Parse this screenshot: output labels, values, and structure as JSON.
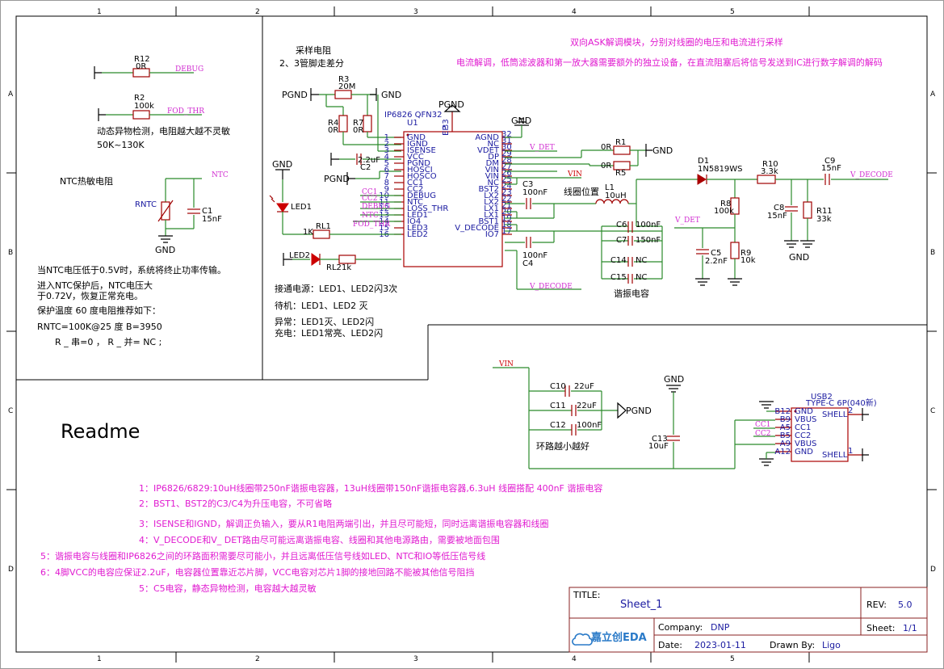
{
  "frame": {
    "cols": [
      "1",
      "2",
      "3",
      "4",
      "5"
    ],
    "rows": [
      "A",
      "B",
      "C",
      "D"
    ]
  },
  "title_block": {
    "title_label": "TITLE:",
    "title": "Sheet_1",
    "rev_label": "REV:",
    "rev": "5.0",
    "company_label": "Company:",
    "company": "DNP",
    "sheet_label": "Sheet:",
    "sheet": "1/1",
    "date_label": "Date:",
    "date": "2023-01-11",
    "drawn_label": "Drawn By:",
    "drawn_by": "Ligo",
    "logo_text": "嘉立创EDA"
  },
  "notes_top": {
    "line1": "双向ASK解调模块，分别对线圈的电压和电流进行采样",
    "line2": "电流解调，低筒滤波器和第一放大器需要额外的独立设备，在直流阻塞后将信号发送到IC进行数字解调的解码"
  },
  "sampling": {
    "title": "采样电阻",
    "sub": "2、3管脚走差分"
  },
  "fod": {
    "text1": "动态异物检测，电阻越大越不灵敏",
    "text2": "50K~130K"
  },
  "ntc": {
    "title": "NTC热敏电阻",
    "t1": "当NTC电压低于0.5V时，系统将终止功率传输。",
    "t2": "进入NTC保护后，NTC电压大",
    "t3": "于0.72V，恢复正常充电。",
    "t4": "保护温度 60 度电阻推荐如下：",
    "t5": "RNTC=100K@25 度 B=3950",
    "t6": "R _ 串=0 ， R _ 并= NC ;"
  },
  "led_status": {
    "s1": "接通电源：LED1、LED2闪3次",
    "s2": "待机：LED1、LED2 灭",
    "s3": "异常：LED1灭、LED2闪",
    "s4": "充电：LED1常亮、LED2闪"
  },
  "ic": {
    "part": "IP6826 QFN32",
    "ref": "U1",
    "left_pins": [
      {
        "n": "1",
        "name": "GND"
      },
      {
        "n": "2",
        "name": "IGND"
      },
      {
        "n": "3",
        "name": "ISENSE"
      },
      {
        "n": "4",
        "name": "VCC"
      },
      {
        "n": "5",
        "name": "PGND"
      },
      {
        "n": "6",
        "name": "HOSCI"
      },
      {
        "n": "7",
        "name": "HOSCO"
      },
      {
        "n": "8",
        "name": "CC1"
      },
      {
        "n": "9",
        "name": "CC2"
      },
      {
        "n": "10",
        "name": "DEBUG"
      },
      {
        "n": "11",
        "name": "NTC"
      },
      {
        "n": "12",
        "name": "LOSS_THR"
      },
      {
        "n": "13",
        "name": "LED1"
      },
      {
        "n": "14",
        "name": "IO4"
      },
      {
        "n": "15",
        "name": "LED3"
      },
      {
        "n": "16",
        "name": "LED2"
      }
    ],
    "right_pins": [
      {
        "n": "32",
        "name": "AGND"
      },
      {
        "n": "31",
        "name": "NC"
      },
      {
        "n": "30",
        "name": "VDET"
      },
      {
        "n": "29",
        "name": "DP"
      },
      {
        "n": "28",
        "name": "DM"
      },
      {
        "n": "27",
        "name": "VIN"
      },
      {
        "n": "26",
        "name": "VIN"
      },
      {
        "n": "25",
        "name": "NC"
      },
      {
        "n": "24",
        "name": "BST2"
      },
      {
        "n": "23",
        "name": "LX2"
      },
      {
        "n": "22",
        "name": "LX2"
      },
      {
        "n": "21",
        "name": "LX1"
      },
      {
        "n": "20",
        "name": "LX1"
      },
      {
        "n": "19",
        "name": "BST1"
      },
      {
        "n": "18",
        "name": "V_DECODE"
      },
      {
        "n": "17",
        "name": "IO7"
      }
    ],
    "ep": "EP",
    "ep_n": "33"
  },
  "labels": {
    "pgnd": "PGND",
    "gnd": "GND",
    "vin": "VIN",
    "v_det": "V_DET",
    "v_decode": "V_DECODE",
    "debug": "DEBUG",
    "fod_thr": "FOD_THR",
    "ntc": "NTC",
    "cc1": "CC1",
    "cc2": "CC2",
    "coil": "线圈位置",
    "res_cap": "谐振电容",
    "loop": "环路越小越好"
  },
  "parts": {
    "R12": {
      "ref": "R12",
      "val": "0R"
    },
    "R2": {
      "ref": "R2",
      "val": "100k"
    },
    "R3": {
      "ref": "R3",
      "val": "20M"
    },
    "R4": {
      "ref": "R4",
      "val": "0R"
    },
    "R7": {
      "ref": "R7",
      "val": "0R"
    },
    "C2": {
      "ref": "C2",
      "val": "2.2uF"
    },
    "RNTC": {
      "ref": "RNTC"
    },
    "C1": {
      "ref": "C1",
      "val": "15nF"
    },
    "LED1": {
      "ref": "LED1"
    },
    "RL1": {
      "ref": "RL1",
      "val": "1K"
    },
    "LED2": {
      "ref": "LED2"
    },
    "RL2": {
      "ref": "RL2",
      "val": "1k"
    },
    "R1": {
      "ref": "R1",
      "val": "0R"
    },
    "R5": {
      "ref": "R5",
      "val": "0R"
    },
    "C3": {
      "ref": "C3",
      "val": "100nF"
    },
    "C4": {
      "ref": "C4",
      "val": "100nF"
    },
    "L1": {
      "ref": "L1",
      "val": "10uH"
    },
    "C6": {
      "ref": "C6",
      "val": "100nF"
    },
    "C7": {
      "ref": "C7",
      "val": "150nF"
    },
    "C14": {
      "ref": "C14",
      "val": "NC"
    },
    "C15": {
      "ref": "C15",
      "val": "NC"
    },
    "D1": {
      "ref": "D1",
      "val": "1N5819WS"
    },
    "R10": {
      "ref": "R10",
      "val": "3.3k"
    },
    "C9": {
      "ref": "C9",
      "val": "15nF"
    },
    "R8": {
      "ref": "R8",
      "val": "100k"
    },
    "C8": {
      "ref": "C8",
      "val": "15nF"
    },
    "R11": {
      "ref": "R11",
      "val": "33k"
    },
    "C5": {
      "ref": "C5",
      "val": "2.2nF"
    },
    "R9": {
      "ref": "R9",
      "val": "10k"
    },
    "C10": {
      "ref": "C10",
      "val": "22uF"
    },
    "C11": {
      "ref": "C11",
      "val": "22uF"
    },
    "C12": {
      "ref": "C12",
      "val": "100nF"
    },
    "C13": {
      "ref": "C13",
      "val": "10uF"
    }
  },
  "usb": {
    "ref": "USB2",
    "part": "TYPE-C 6P(040新)",
    "pins_left": [
      {
        "n": "B12",
        "name": "GND"
      },
      {
        "n": "B9",
        "name": "VBUS"
      },
      {
        "n": "A5",
        "name": "CC1"
      },
      {
        "n": "B5",
        "name": "CC2"
      },
      {
        "n": "A9",
        "name": "VBUS"
      },
      {
        "n": "A12",
        "name": "GND"
      }
    ],
    "shell1": "SHELL",
    "shell1_n": "2",
    "shell2": "SHELL",
    "shell2_n": "1"
  },
  "readme": {
    "title": "Readme",
    "n1": "1：IP6826/6829:10uH线圈带250nF谐振电容器，13uH线圈带150nF谐振电容器,6.3uH 线圈搭配 400nF 谐振电容",
    "n2": "2：BST1、BST2的C3/C4为升压电容，不可省略",
    "n3": "3：ISENSE和IGND，解调正负输入，要从R1电阻两端引出，并且尽可能短，同时远离谐振电容器和线圈",
    "n4": "4：V_DECODE和V_ DET路由尽可能远离谐振电容、线圈和其他电源路由，需要被地面包围",
    "n5": "5：谐振电容与线圈和IP6826之间的环路面积需要尽可能小，并且远离低压信号线如LED、NTC和IO等低压信号线",
    "n6": "6：4脚VCC的电容应保证2.2uF，电容器位置靠近芯片脚，VCC电容对芯片1脚的接地回路不能被其他信号阻挡",
    "n7": "5：C5电容，静态异物检测，电容越大越灵敏"
  }
}
